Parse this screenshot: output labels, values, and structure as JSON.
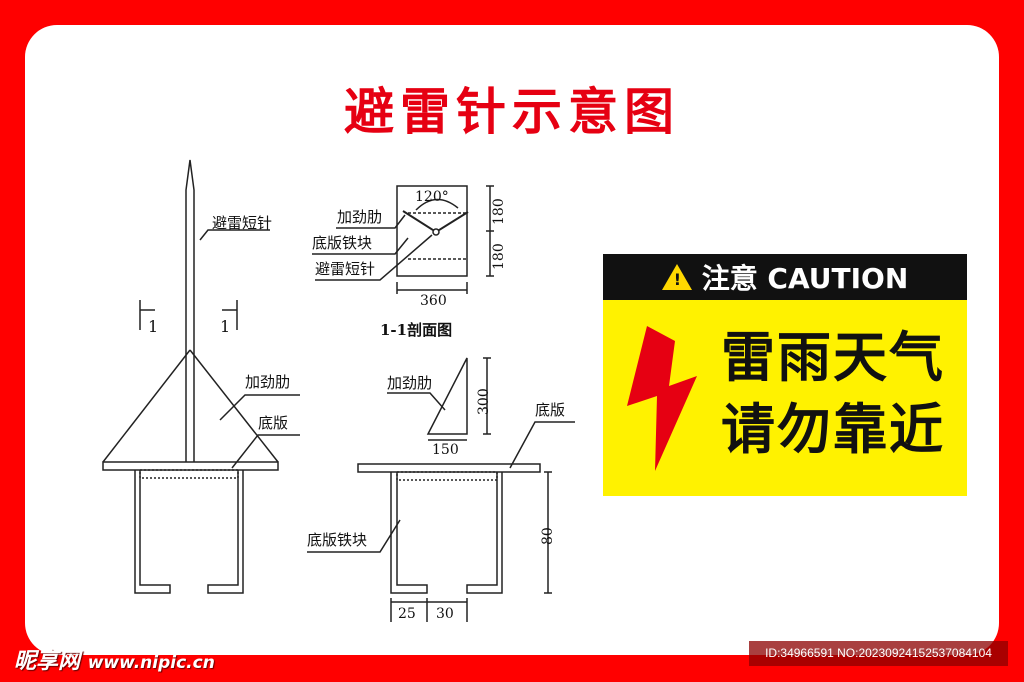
{
  "title": "避雷针示意图",
  "labels": {
    "short_rod": "避雷短针",
    "rib": "加劲肋",
    "base_plate": "底版",
    "base_iron_block": "底版铁块",
    "section_mark": "1",
    "angle": "120°",
    "dim_180a": "180",
    "dim_180b": "180",
    "dim_360": "360",
    "section_title": "1-1剖面图",
    "dim_300": "300",
    "dim_150": "150",
    "dim_80": "80",
    "dim_25": "25",
    "dim_30": "30"
  },
  "caution": {
    "header": "注意 CAUTION",
    "line1": "雷雨天气",
    "line2": "请勿靠近",
    "warning_icon": "warning-triangle-icon",
    "bolt_icon": "lightning-bolt-icon",
    "colors": {
      "header_bg": "#111111",
      "body_bg": "#fff200",
      "bolt": "#e60012"
    }
  },
  "watermark": {
    "logo": "昵享网",
    "url": "www.nipic.cn",
    "id": "ID:34966591 NO:20230924152537084104"
  },
  "colors": {
    "frame": "#ff0000",
    "title": "#e60012"
  }
}
